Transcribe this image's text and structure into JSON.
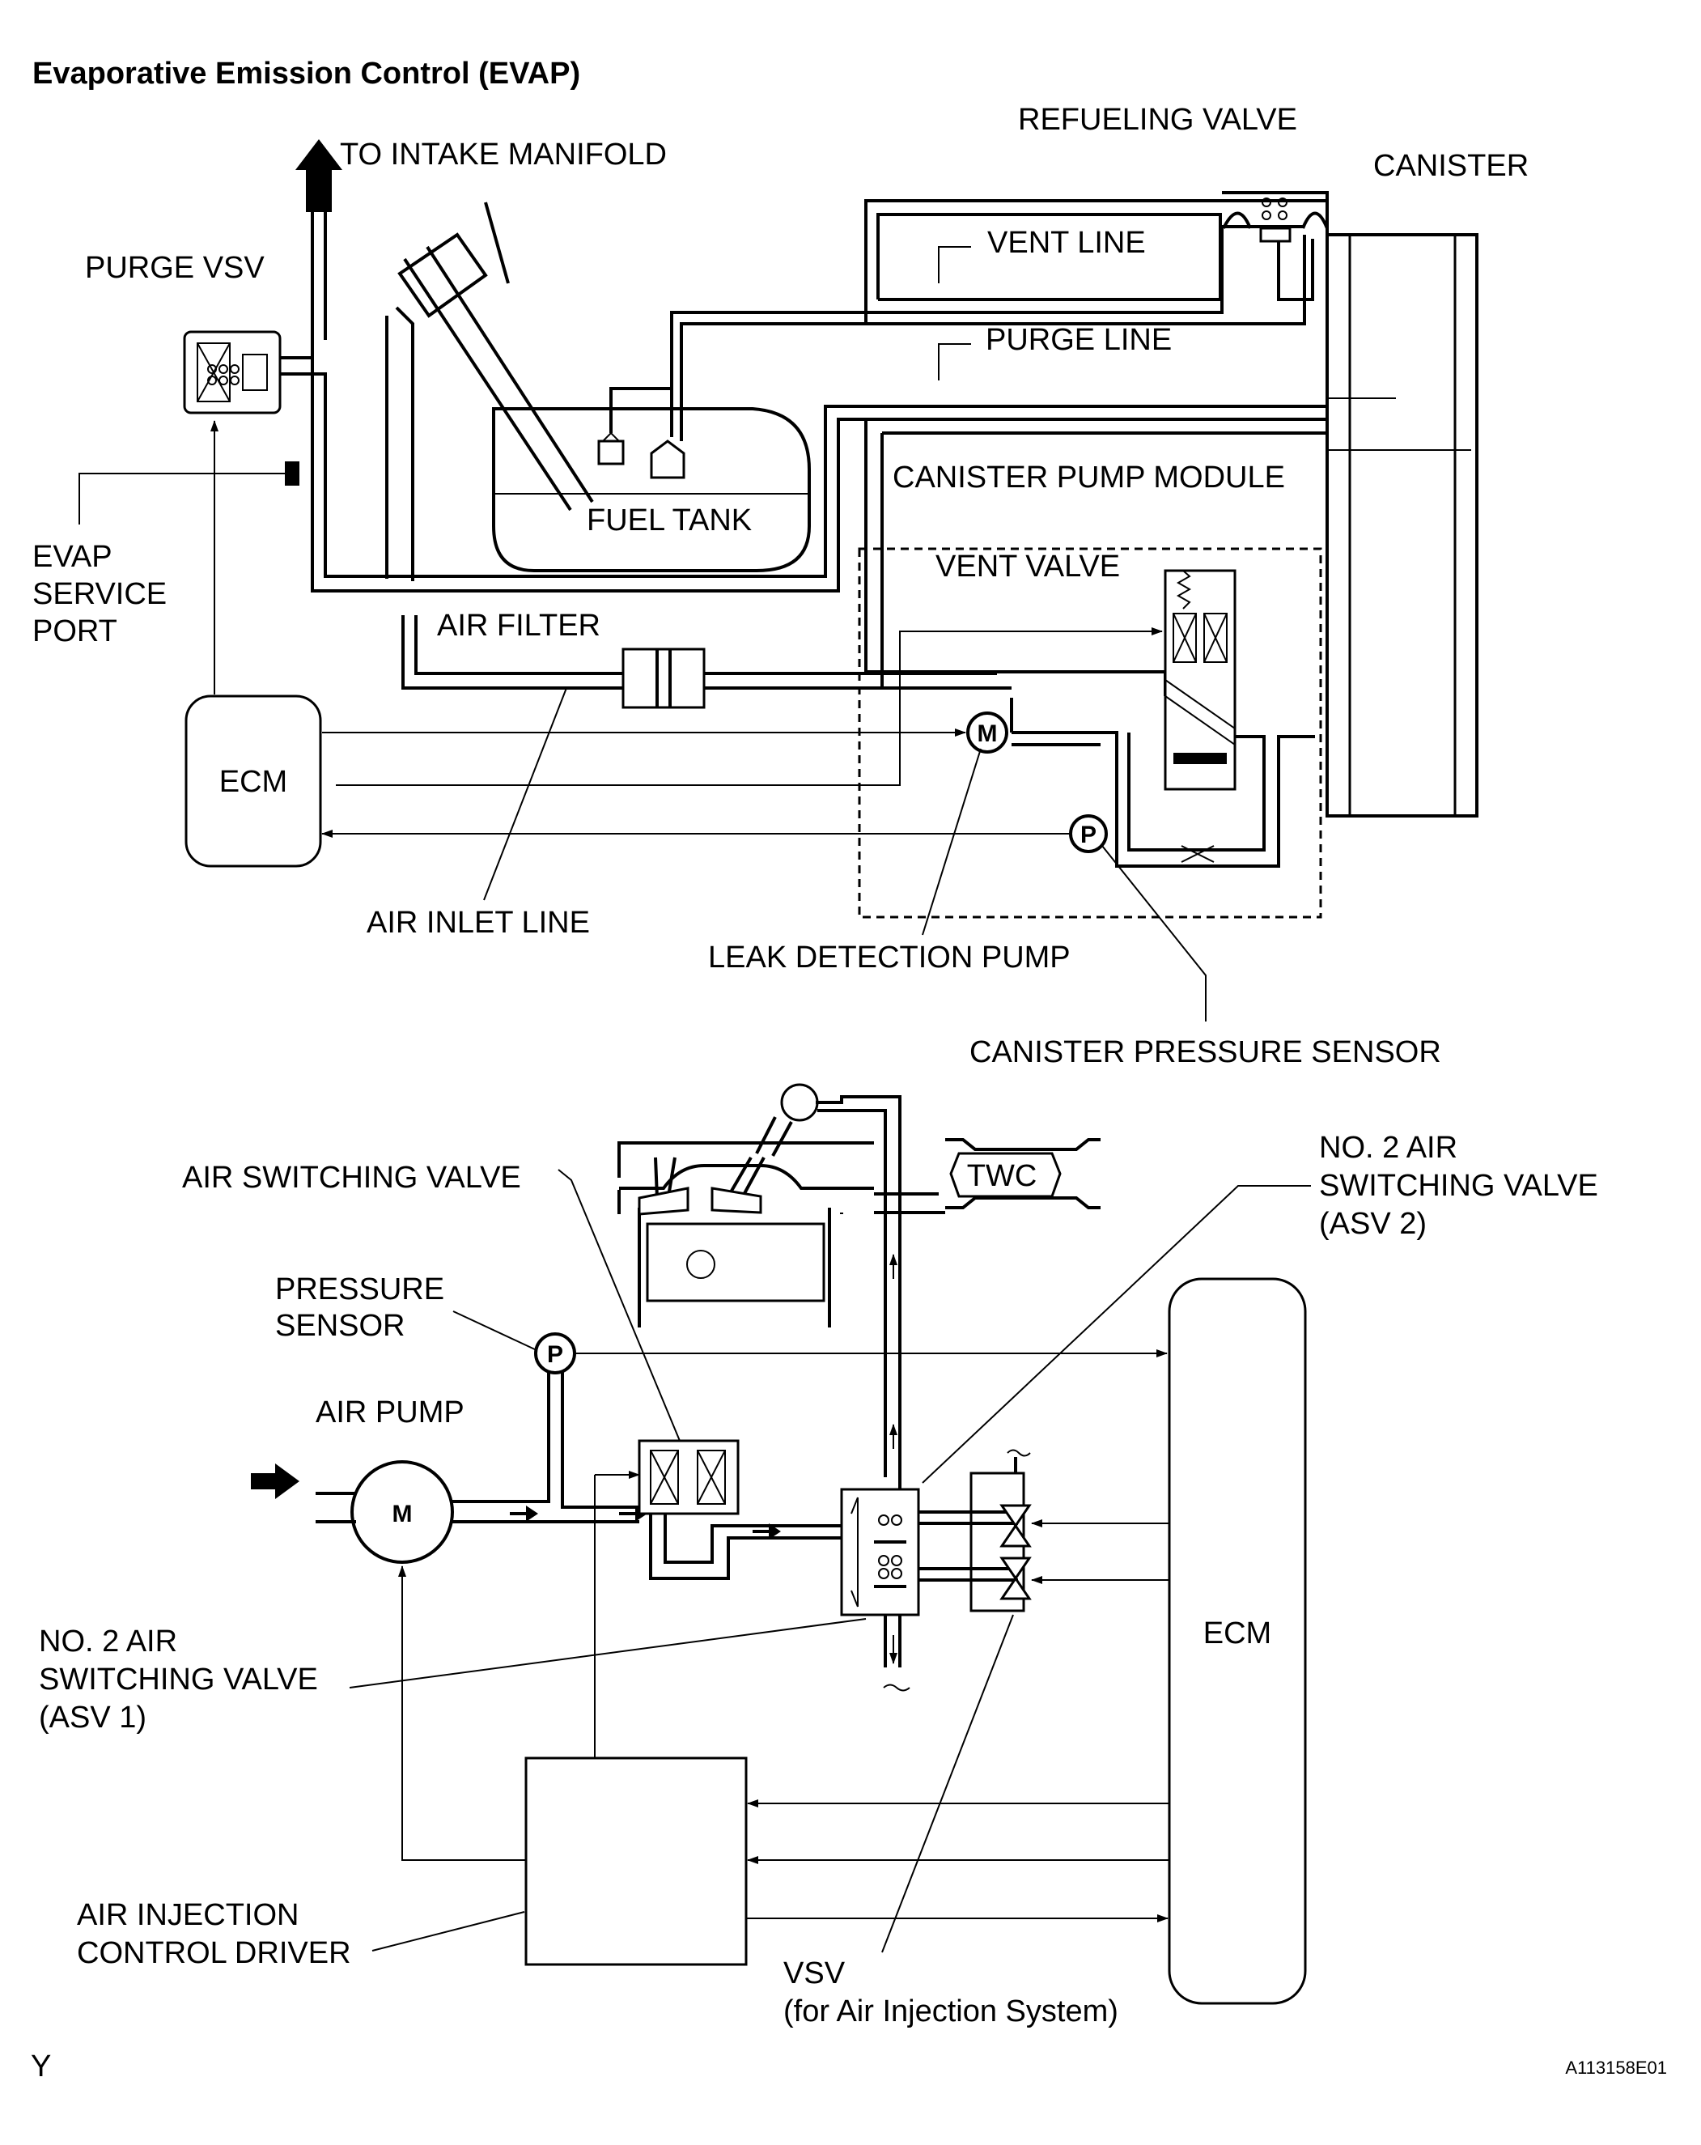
{
  "title": "Evaporative Emission Control (EVAP)",
  "labels": {
    "to_intake_manifold": "TO INTAKE MANIFOLD",
    "refueling_valve": "REFUELING VALVE",
    "canister": "CANISTER",
    "purge_vsv": "PURGE VSV",
    "vent_line": "VENT LINE",
    "purge_line": "PURGE LINE",
    "canister_pump_module": "CANISTER PUMP MODULE",
    "fuel_tank": "FUEL TANK",
    "vent_valve": "VENT VALVE",
    "evap_service_port": [
      "EVAP",
      "SERVICE",
      "PORT"
    ],
    "air_filter": "AIR FILTER",
    "ecm_top": "ECM",
    "air_inlet_line": "AIR INLET LINE",
    "leak_detection_pump": "LEAK DETECTION PUMP",
    "canister_pressure_sensor": "CANISTER PRESSURE SENSOR",
    "air_switching_valve": "AIR SWITCHING VALVE",
    "twc": "TWC",
    "no2_asv2": [
      "NO. 2 AIR",
      "SWITCHING VALVE",
      "(ASV 2)"
    ],
    "pressure_sensor": [
      "PRESSURE",
      "SENSOR"
    ],
    "air_pump": "AIR PUMP",
    "ecm_bottom": "ECM",
    "no2_asv1": [
      "NO. 2 AIR",
      "SWITCHING VALVE",
      "(ASV 1)"
    ],
    "air_injection_control_driver": [
      "AIR INJECTION",
      "CONTROL DRIVER"
    ],
    "vsv": [
      "VSV",
      "(for Air Injection System)"
    ],
    "motor_symbol": "M",
    "pressure_symbol": "P",
    "corner_letter": "Y",
    "figure_code": "A113158E01"
  }
}
